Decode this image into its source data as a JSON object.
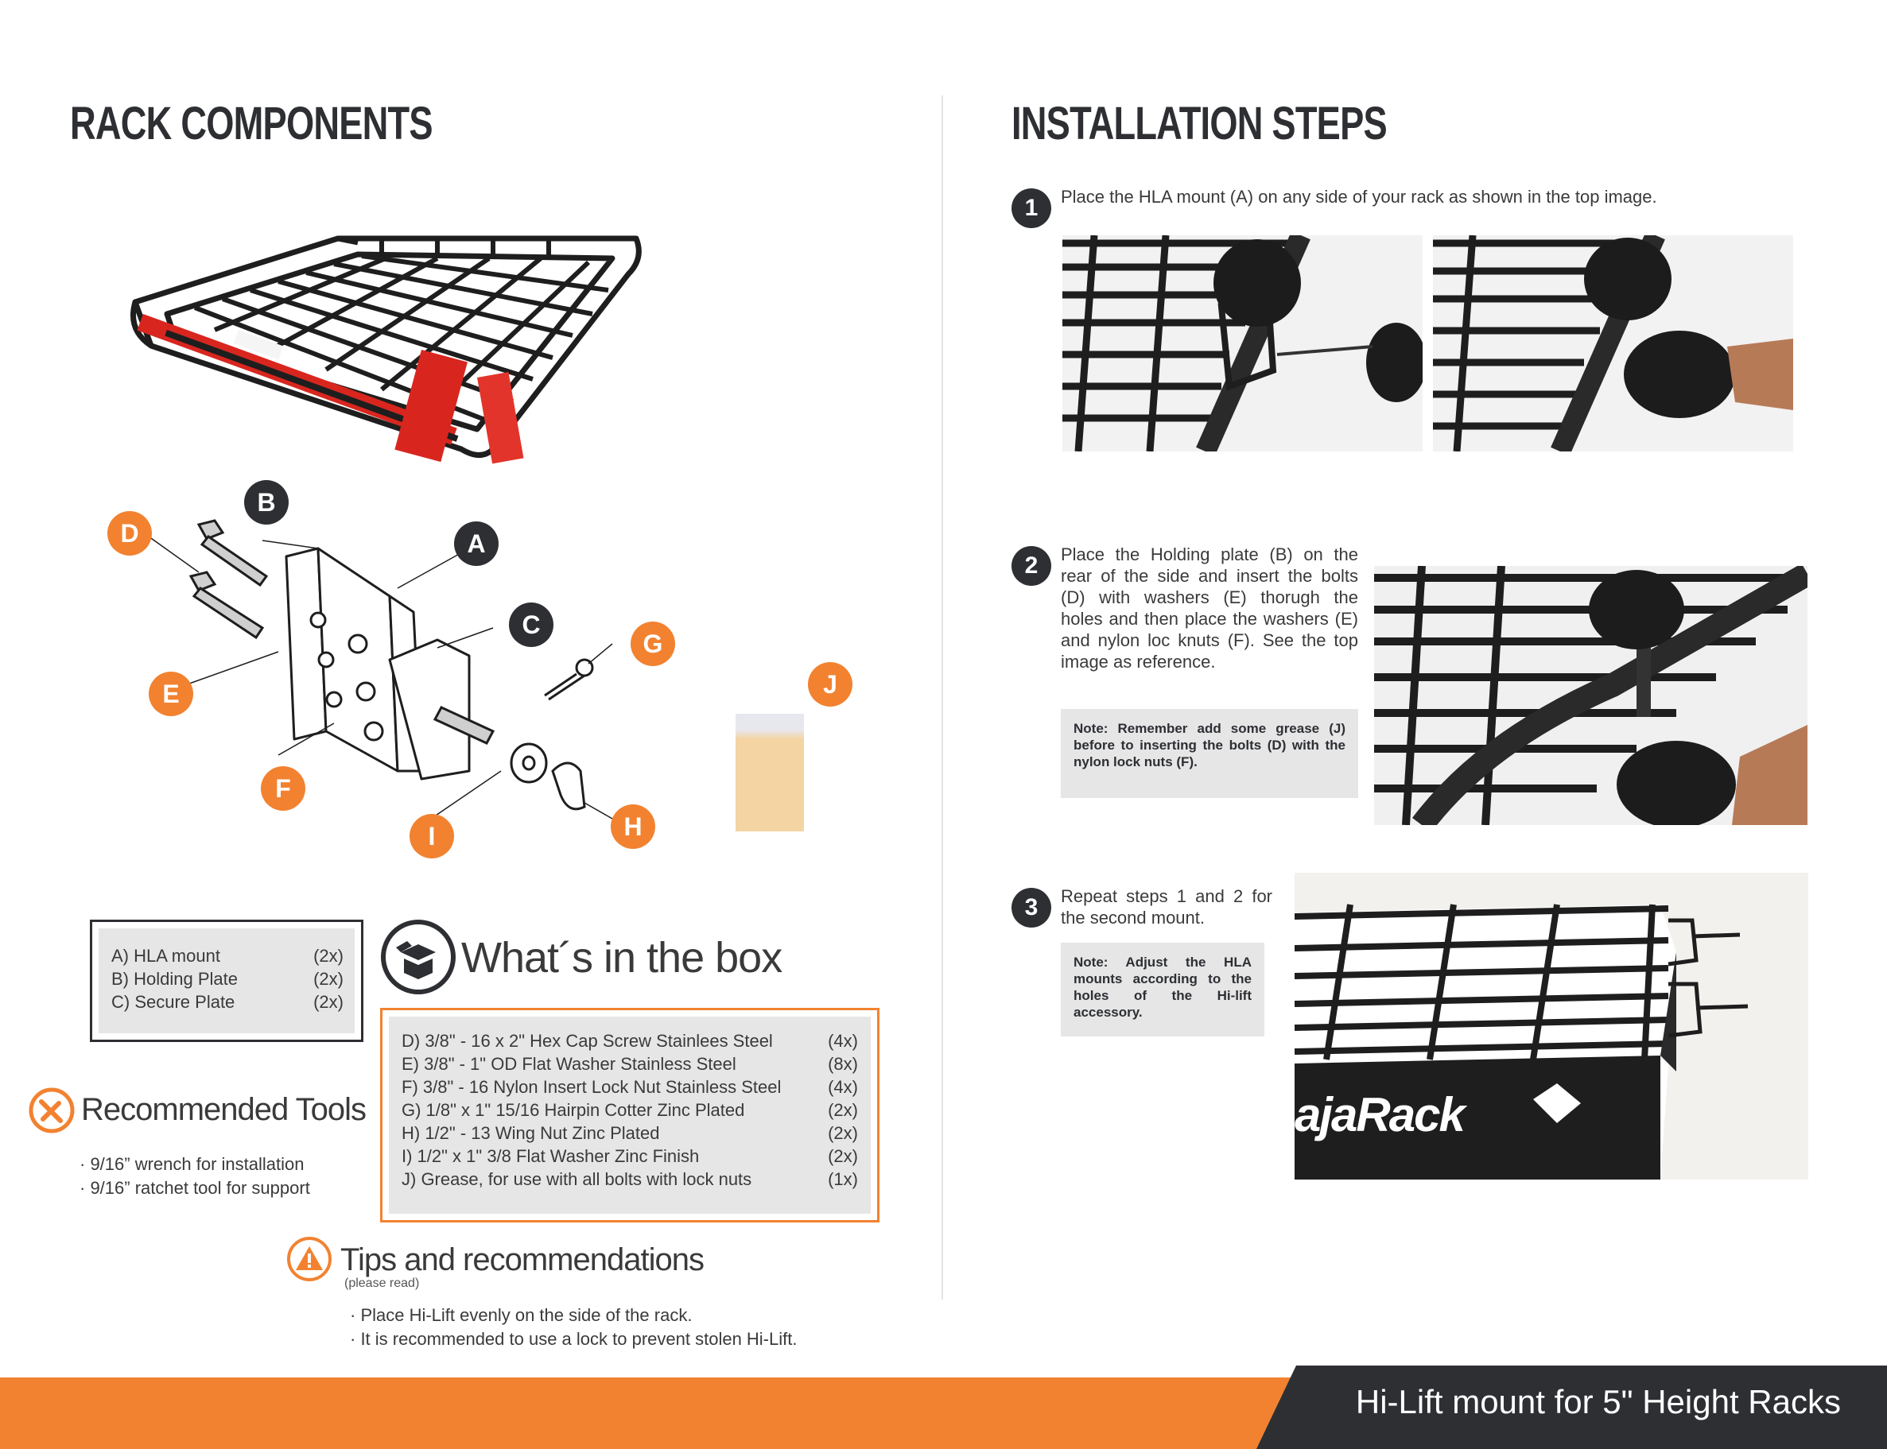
{
  "left": {
    "title": "RACK COMPONENTS",
    "callouts": [
      "A",
      "B",
      "C",
      "D",
      "E",
      "F",
      "G",
      "H",
      "I",
      "J"
    ],
    "components": [
      {
        "label": "A) HLA mount",
        "qty": "(2x)"
      },
      {
        "label": "B) Holding Plate",
        "qty": "(2x)"
      },
      {
        "label": "C) Secure Plate",
        "qty": "(2x)"
      }
    ],
    "whats_in_box": {
      "title": "What´s in the box",
      "items": [
        {
          "label": "D) 3/8\" - 16 x  2\" Hex Cap Screw Stainlees Steel",
          "qty": "(4x)"
        },
        {
          "label": "E) 3/8\" - 1\" OD Flat Washer Stainless Steel",
          "qty": "(8x)"
        },
        {
          "label": "F) 3/8\" - 16 Nylon Insert Lock Nut Stainless Steel",
          "qty": "(4x)"
        },
        {
          "label": "G) 1/8\" x 1\" 15/16 Hairpin Cotter Zinc Plated",
          "qty": "(2x)"
        },
        {
          "label": "H) 1/2\" - 13 Wing Nut Zinc Plated",
          "qty": "(2x)"
        },
        {
          "label": "I) 1/2\" x 1\" 3/8 Flat Washer Zinc Finish",
          "qty": "(2x)"
        },
        {
          "label": "J) Grease, for use with all bolts with lock nuts",
          "qty": "(1x)"
        }
      ]
    },
    "tools": {
      "title": "Recommended Tools",
      "items": [
        "· 9/16” wrench for installation",
        "· 9/16” ratchet tool for support"
      ]
    },
    "tips": {
      "title": "Tips and recommendations",
      "subtitle": "(please read)",
      "items": [
        "· Place Hi-Lift evenly on the side of the rack.",
        "· It is recommended to use a lock to prevent stolen Hi-Lift."
      ]
    }
  },
  "right": {
    "title": "INSTALLATION STEPS",
    "steps": [
      {
        "num": "1",
        "text": "Place the HLA mount (A) on any side of your rack as shown in the top image."
      },
      {
        "num": "2",
        "text": "Place the Holding plate (B) on the rear of the side and insert the bolts (D) with washers (E)  thorugh the holes and then place the washers (E) and nylon loc knuts (F). See the top image as reference.",
        "note": "Note: Remember add some grease (J) before to inserting the bolts (D) with the nylon lock nuts (F)."
      },
      {
        "num": "3",
        "text": "Repeat steps 1 and 2 for the second mount.",
        "note": "Note: Adjust the HLA mounts according to the holes of the Hi-lift accessory."
      }
    ],
    "brand_text": "ajaRack"
  },
  "footer": {
    "text": "Hi-Lift mount for 5\" Height Racks"
  },
  "colors": {
    "accent": "#f28230",
    "dark": "#2d2f33",
    "panel": "#e6e6e7"
  },
  "icons": [
    "box-icon",
    "tools-icon",
    "warning-icon"
  ]
}
